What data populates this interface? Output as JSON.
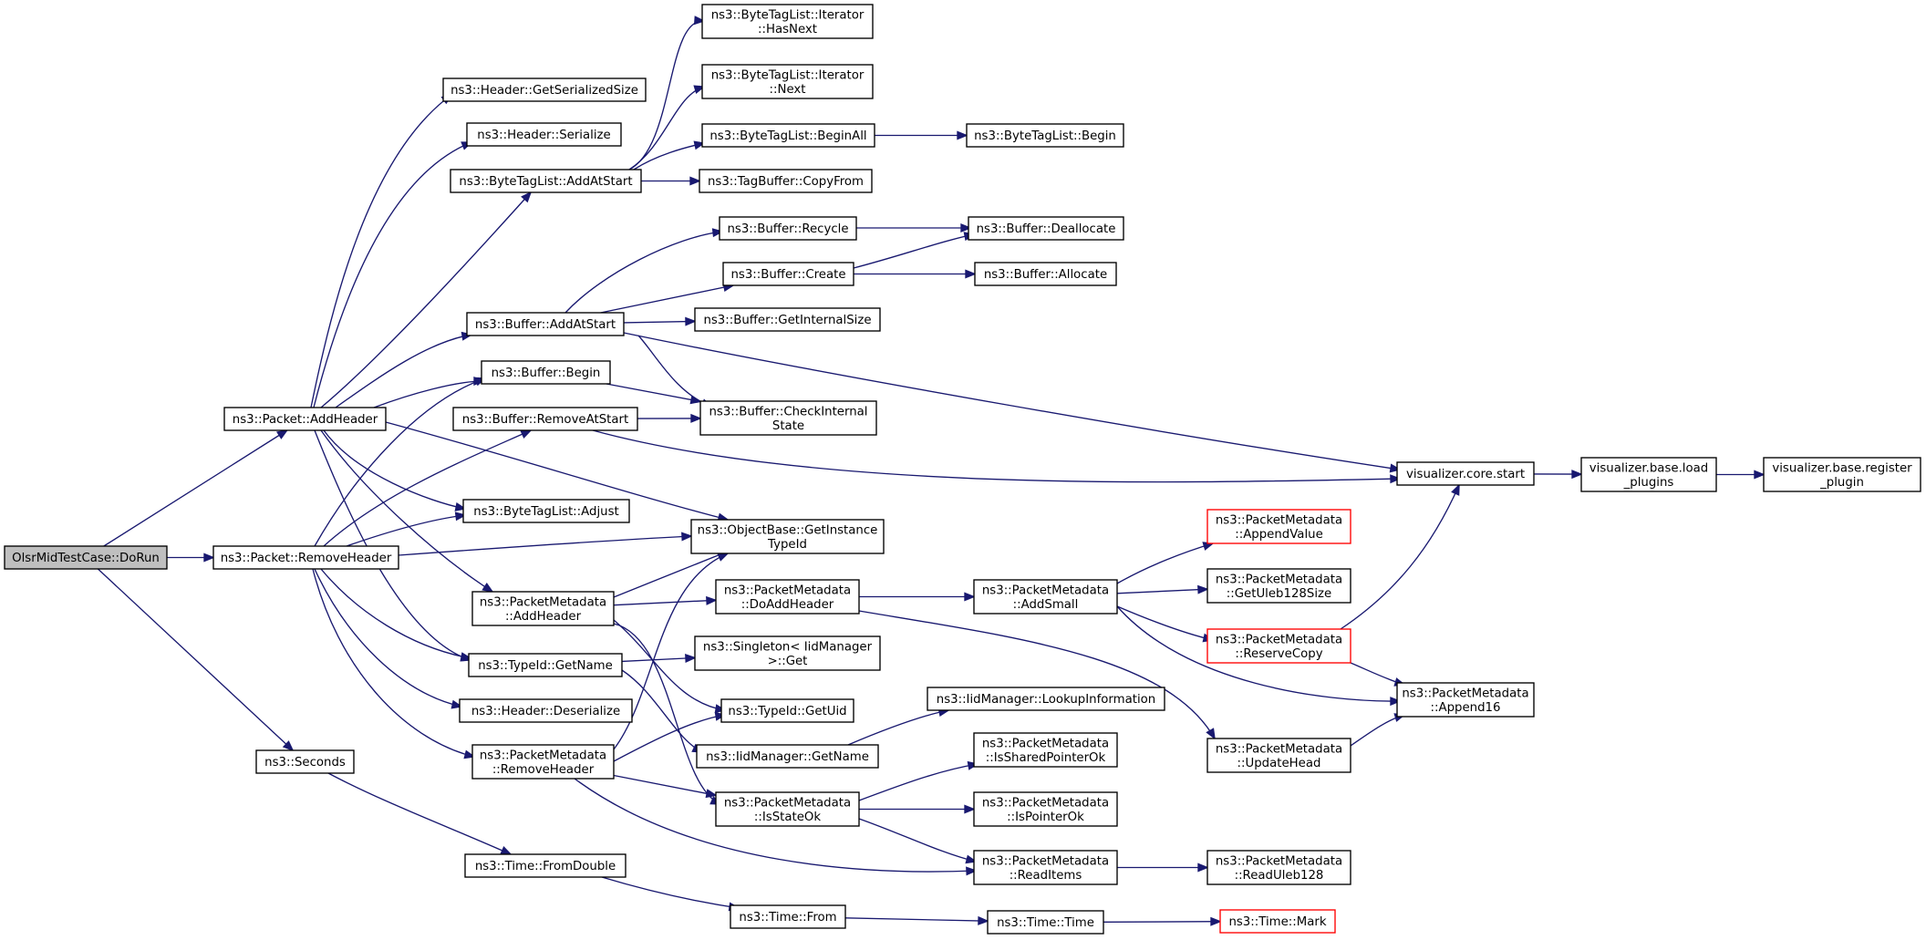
{
  "nodes": {
    "olsr": {
      "lines": [
        "OlsrMidTestCase::DoRun"
      ],
      "style": "focus"
    },
    "addHeader": {
      "lines": [
        "ns3::Packet::AddHeader"
      ],
      "style": "plain"
    },
    "removeHeader": {
      "lines": [
        "ns3::Packet::RemoveHeader"
      ],
      "style": "plain"
    },
    "seconds": {
      "lines": [
        "ns3::Seconds"
      ],
      "style": "plain"
    },
    "hdrGetSer": {
      "lines": [
        "ns3::Header::GetSerializedSize"
      ],
      "style": "plain"
    },
    "hdrSer": {
      "lines": [
        "ns3::Header::Serialize"
      ],
      "style": "plain"
    },
    "btlAddAtStart": {
      "lines": [
        "ns3::ByteTagList::AddAtStart"
      ],
      "style": "plain"
    },
    "bufAddAtStart": {
      "lines": [
        "ns3::Buffer::AddAtStart"
      ],
      "style": "plain"
    },
    "bufBegin": {
      "lines": [
        "ns3::Buffer::Begin"
      ],
      "style": "plain"
    },
    "bufRemoveAtStart": {
      "lines": [
        "ns3::Buffer::RemoveAtStart"
      ],
      "style": "plain"
    },
    "btlAdjust": {
      "lines": [
        "ns3::ByteTagList::Adjust"
      ],
      "style": "plain"
    },
    "pmAddHeader": {
      "lines": [
        "ns3::PacketMetadata",
        "::AddHeader"
      ],
      "style": "plain"
    },
    "tidGetName": {
      "lines": [
        "ns3::TypeId::GetName"
      ],
      "style": "plain"
    },
    "hdrDeser": {
      "lines": [
        "ns3::Header::Deserialize"
      ],
      "style": "plain"
    },
    "pmRemoveHeader": {
      "lines": [
        "ns3::PacketMetadata",
        "::RemoveHeader"
      ],
      "style": "plain"
    },
    "timeFromDouble": {
      "lines": [
        "ns3::Time::FromDouble"
      ],
      "style": "plain"
    },
    "btlItHasNext": {
      "lines": [
        "ns3::ByteTagList::Iterator",
        "::HasNext"
      ],
      "style": "plain"
    },
    "btlItNext": {
      "lines": [
        "ns3::ByteTagList::Iterator",
        "::Next"
      ],
      "style": "plain"
    },
    "btlBeginAll": {
      "lines": [
        "ns3::ByteTagList::BeginAll"
      ],
      "style": "plain"
    },
    "tagBufCopyFrom": {
      "lines": [
        "ns3::TagBuffer::CopyFrom"
      ],
      "style": "plain"
    },
    "bufRecycle": {
      "lines": [
        "ns3::Buffer::Recycle"
      ],
      "style": "plain"
    },
    "bufCreate": {
      "lines": [
        "ns3::Buffer::Create"
      ],
      "style": "plain"
    },
    "bufGetInternalSize": {
      "lines": [
        "ns3::Buffer::GetInternalSize"
      ],
      "style": "plain"
    },
    "bufCheckInternal": {
      "lines": [
        "ns3::Buffer::CheckInternal",
        "State"
      ],
      "style": "plain"
    },
    "objGetInstance": {
      "lines": [
        "ns3::ObjectBase::GetInstance",
        "TypeId"
      ],
      "style": "plain"
    },
    "pmDoAddHeader": {
      "lines": [
        "ns3::PacketMetadata",
        "::DoAddHeader"
      ],
      "style": "plain"
    },
    "singletonGet": {
      "lines": [
        "ns3::Singleton< IidManager",
        ">::Get"
      ],
      "style": "plain"
    },
    "tidGetUid": {
      "lines": [
        "ns3::TypeId::GetUid"
      ],
      "style": "plain"
    },
    "iidGetName": {
      "lines": [
        "ns3::IidManager::GetName"
      ],
      "style": "plain"
    },
    "pmIsStateOk": {
      "lines": [
        "ns3::PacketMetadata",
        "::IsStateOk"
      ],
      "style": "plain"
    },
    "timeFrom": {
      "lines": [
        "ns3::Time::From"
      ],
      "style": "plain"
    },
    "btlBegin": {
      "lines": [
        "ns3::ByteTagList::Begin"
      ],
      "style": "plain"
    },
    "bufDeallocate": {
      "lines": [
        "ns3::Buffer::Deallocate"
      ],
      "style": "plain"
    },
    "bufAllocate": {
      "lines": [
        "ns3::Buffer::Allocate"
      ],
      "style": "plain"
    },
    "pmAddSmall": {
      "lines": [
        "ns3::PacketMetadata",
        "::AddSmall"
      ],
      "style": "plain"
    },
    "iidLookup": {
      "lines": [
        "ns3::IidManager::LookupInformation"
      ],
      "style": "plain"
    },
    "pmIsShared": {
      "lines": [
        "ns3::PacketMetadata",
        "::IsSharedPointerOk"
      ],
      "style": "plain"
    },
    "pmIsPointer": {
      "lines": [
        "ns3::PacketMetadata",
        "::IsPointerOk"
      ],
      "style": "plain"
    },
    "pmReadItems": {
      "lines": [
        "ns3::PacketMetadata",
        "::ReadItems"
      ],
      "style": "plain"
    },
    "timeTime": {
      "lines": [
        "ns3::Time::Time"
      ],
      "style": "plain"
    },
    "pmAppendValue": {
      "lines": [
        "ns3::PacketMetadata",
        "::AppendValue"
      ],
      "style": "trunc"
    },
    "pmGetUleb": {
      "lines": [
        "ns3::PacketMetadata",
        "::GetUleb128Size"
      ],
      "style": "plain"
    },
    "pmReserveCopy": {
      "lines": [
        "ns3::PacketMetadata",
        "::ReserveCopy"
      ],
      "style": "trunc"
    },
    "pmUpdateHead": {
      "lines": [
        "ns3::PacketMetadata",
        "::UpdateHead"
      ],
      "style": "plain"
    },
    "pmReadUleb": {
      "lines": [
        "ns3::PacketMetadata",
        "::ReadUleb128"
      ],
      "style": "plain"
    },
    "timeMark": {
      "lines": [
        "ns3::Time::Mark"
      ],
      "style": "trunc"
    },
    "vizCoreStart": {
      "lines": [
        "visualizer.core.start"
      ],
      "style": "plain"
    },
    "vizLoadPlugins": {
      "lines": [
        "visualizer.base.load",
        "_plugins"
      ],
      "style": "plain"
    },
    "pmAppend16": {
      "lines": [
        "ns3::PacketMetadata",
        "::Append16"
      ],
      "style": "plain"
    },
    "vizRegister": {
      "lines": [
        "visualizer.base.register",
        "_plugin"
      ],
      "style": "plain"
    }
  },
  "edges": [
    [
      "olsr",
      "addHeader"
    ],
    [
      "olsr",
      "removeHeader"
    ],
    [
      "olsr",
      "seconds"
    ],
    [
      "addHeader",
      "hdrGetSer"
    ],
    [
      "addHeader",
      "hdrSer"
    ],
    [
      "addHeader",
      "btlAddAtStart"
    ],
    [
      "addHeader",
      "bufAddAtStart"
    ],
    [
      "addHeader",
      "bufBegin"
    ],
    [
      "addHeader",
      "btlAdjust"
    ],
    [
      "addHeader",
      "objGetInstance"
    ],
    [
      "addHeader",
      "pmAddHeader"
    ],
    [
      "addHeader",
      "tidGetName"
    ],
    [
      "removeHeader",
      "bufBegin"
    ],
    [
      "removeHeader",
      "bufRemoveAtStart"
    ],
    [
      "removeHeader",
      "btlAdjust"
    ],
    [
      "removeHeader",
      "objGetInstance"
    ],
    [
      "removeHeader",
      "tidGetName"
    ],
    [
      "removeHeader",
      "hdrDeser"
    ],
    [
      "removeHeader",
      "pmRemoveHeader"
    ],
    [
      "seconds",
      "timeFromDouble"
    ],
    [
      "btlAddAtStart",
      "btlItHasNext"
    ],
    [
      "btlAddAtStart",
      "btlItNext"
    ],
    [
      "btlAddAtStart",
      "btlBeginAll"
    ],
    [
      "btlAddAtStart",
      "tagBufCopyFrom"
    ],
    [
      "btlBeginAll",
      "btlBegin"
    ],
    [
      "bufAddAtStart",
      "bufRecycle"
    ],
    [
      "bufAddAtStart",
      "bufCreate"
    ],
    [
      "bufAddAtStart",
      "bufGetInternalSize"
    ],
    [
      "bufAddAtStart",
      "bufCheckInternal"
    ],
    [
      "bufAddAtStart",
      "vizCoreStart"
    ],
    [
      "bufRecycle",
      "bufDeallocate"
    ],
    [
      "bufCreate",
      "bufDeallocate"
    ],
    [
      "bufCreate",
      "bufAllocate"
    ],
    [
      "bufBegin",
      "bufCheckInternal"
    ],
    [
      "bufRemoveAtStart",
      "bufCheckInternal"
    ],
    [
      "bufRemoveAtStart",
      "vizCoreStart"
    ],
    [
      "pmAddHeader",
      "objGetInstance"
    ],
    [
      "pmAddHeader",
      "pmDoAddHeader"
    ],
    [
      "pmAddHeader",
      "tidGetUid"
    ],
    [
      "pmAddHeader",
      "pmIsStateOk"
    ],
    [
      "tidGetName",
      "singletonGet"
    ],
    [
      "tidGetName",
      "iidGetName"
    ],
    [
      "pmRemoveHeader",
      "objGetInstance"
    ],
    [
      "pmRemoveHeader",
      "tidGetUid"
    ],
    [
      "pmRemoveHeader",
      "pmIsStateOk"
    ],
    [
      "pmRemoveHeader",
      "pmReadItems"
    ],
    [
      "timeFromDouble",
      "timeFrom"
    ],
    [
      "timeFrom",
      "timeTime"
    ],
    [
      "timeTime",
      "timeMark"
    ],
    [
      "pmDoAddHeader",
      "pmAddSmall"
    ],
    [
      "pmDoAddHeader",
      "pmUpdateHead"
    ],
    [
      "iidGetName",
      "iidLookup"
    ],
    [
      "pmIsStateOk",
      "pmIsShared"
    ],
    [
      "pmIsStateOk",
      "pmIsPointer"
    ],
    [
      "pmIsStateOk",
      "pmReadItems"
    ],
    [
      "pmReadItems",
      "pmReadUleb"
    ],
    [
      "pmAddSmall",
      "pmAppendValue"
    ],
    [
      "pmAddSmall",
      "pmGetUleb"
    ],
    [
      "pmAddSmall",
      "pmReserveCopy"
    ],
    [
      "pmAddSmall",
      "pmAppend16"
    ],
    [
      "pmReserveCopy",
      "vizCoreStart"
    ],
    [
      "pmReserveCopy",
      "pmAppend16"
    ],
    [
      "pmUpdateHead",
      "pmAppend16"
    ],
    [
      "vizCoreStart",
      "vizLoadPlugins"
    ],
    [
      "vizLoadPlugins",
      "vizRegister"
    ]
  ]
}
